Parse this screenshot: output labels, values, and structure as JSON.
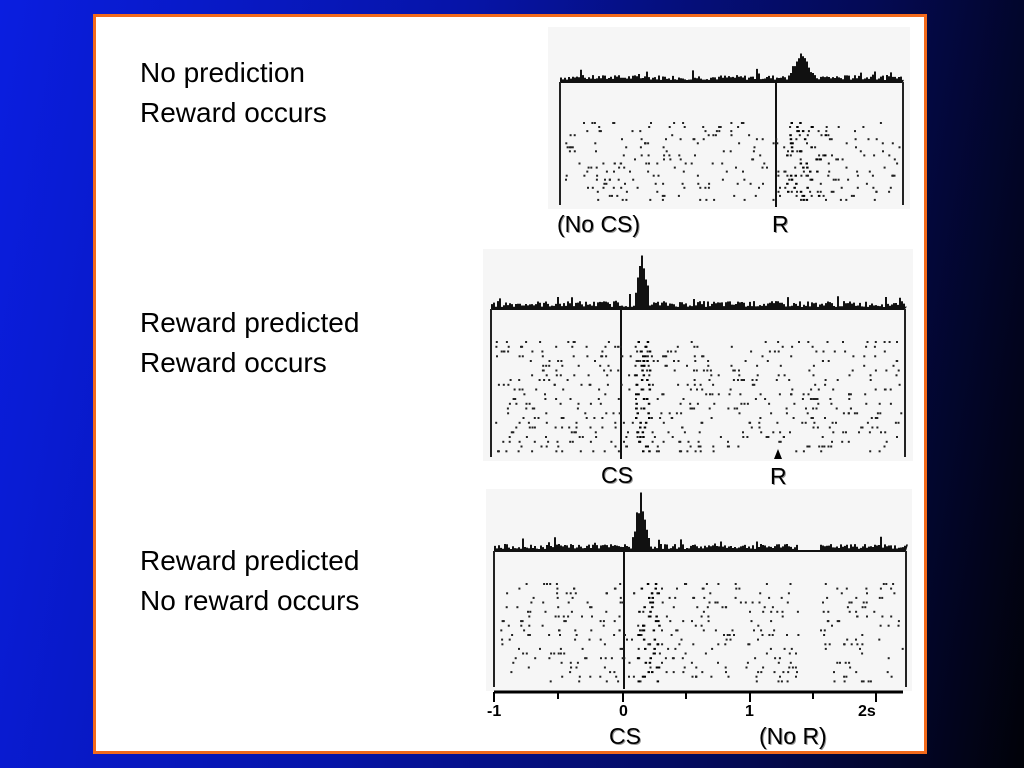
{
  "conditions": [
    {
      "line1": "No prediction",
      "line2": "Reward occurs"
    },
    {
      "line1": "Reward predicted",
      "line2": "Reward occurs"
    },
    {
      "line1": "Reward predicted",
      "line2": "No reward occurs"
    }
  ],
  "panel_labels": [
    {
      "left": "(No CS)",
      "right": "R"
    },
    {
      "left": "CS",
      "right": "R"
    },
    {
      "left": "CS",
      "right": "(No R)"
    }
  ],
  "axis": {
    "ticks": [
      "-1",
      "0",
      "1",
      "2s"
    ]
  },
  "colors": {
    "background": "#0614a8",
    "frame_border": "#f26a1b",
    "ink": "#000000"
  }
}
